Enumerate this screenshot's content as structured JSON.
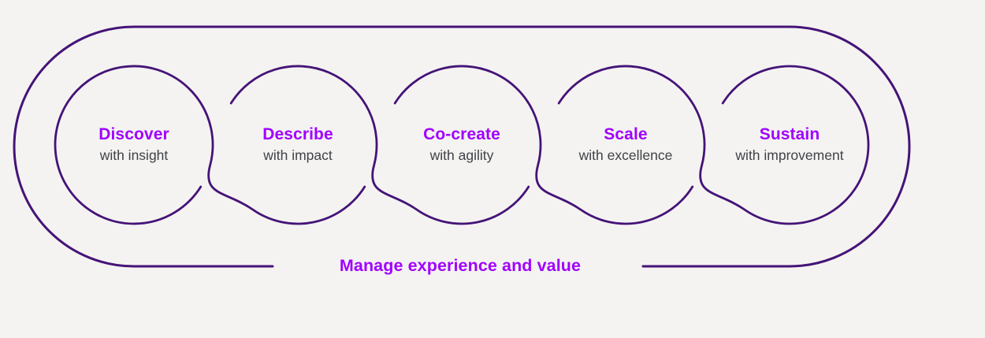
{
  "diagram": {
    "accent_color": "#a100ff",
    "line_color": "#451378",
    "subtitle_color": "#3f4247",
    "background_color": "#f4f3f1",
    "phases": [
      {
        "title": "Discover",
        "subtitle": "with insight"
      },
      {
        "title": "Describe",
        "subtitle": "with impact"
      },
      {
        "title": "Co-create",
        "subtitle": "with agility"
      },
      {
        "title": "Scale",
        "subtitle": "with excellence"
      },
      {
        "title": "Sustain",
        "subtitle": "with improvement"
      }
    ],
    "footer_label": "Manage experience and value"
  }
}
